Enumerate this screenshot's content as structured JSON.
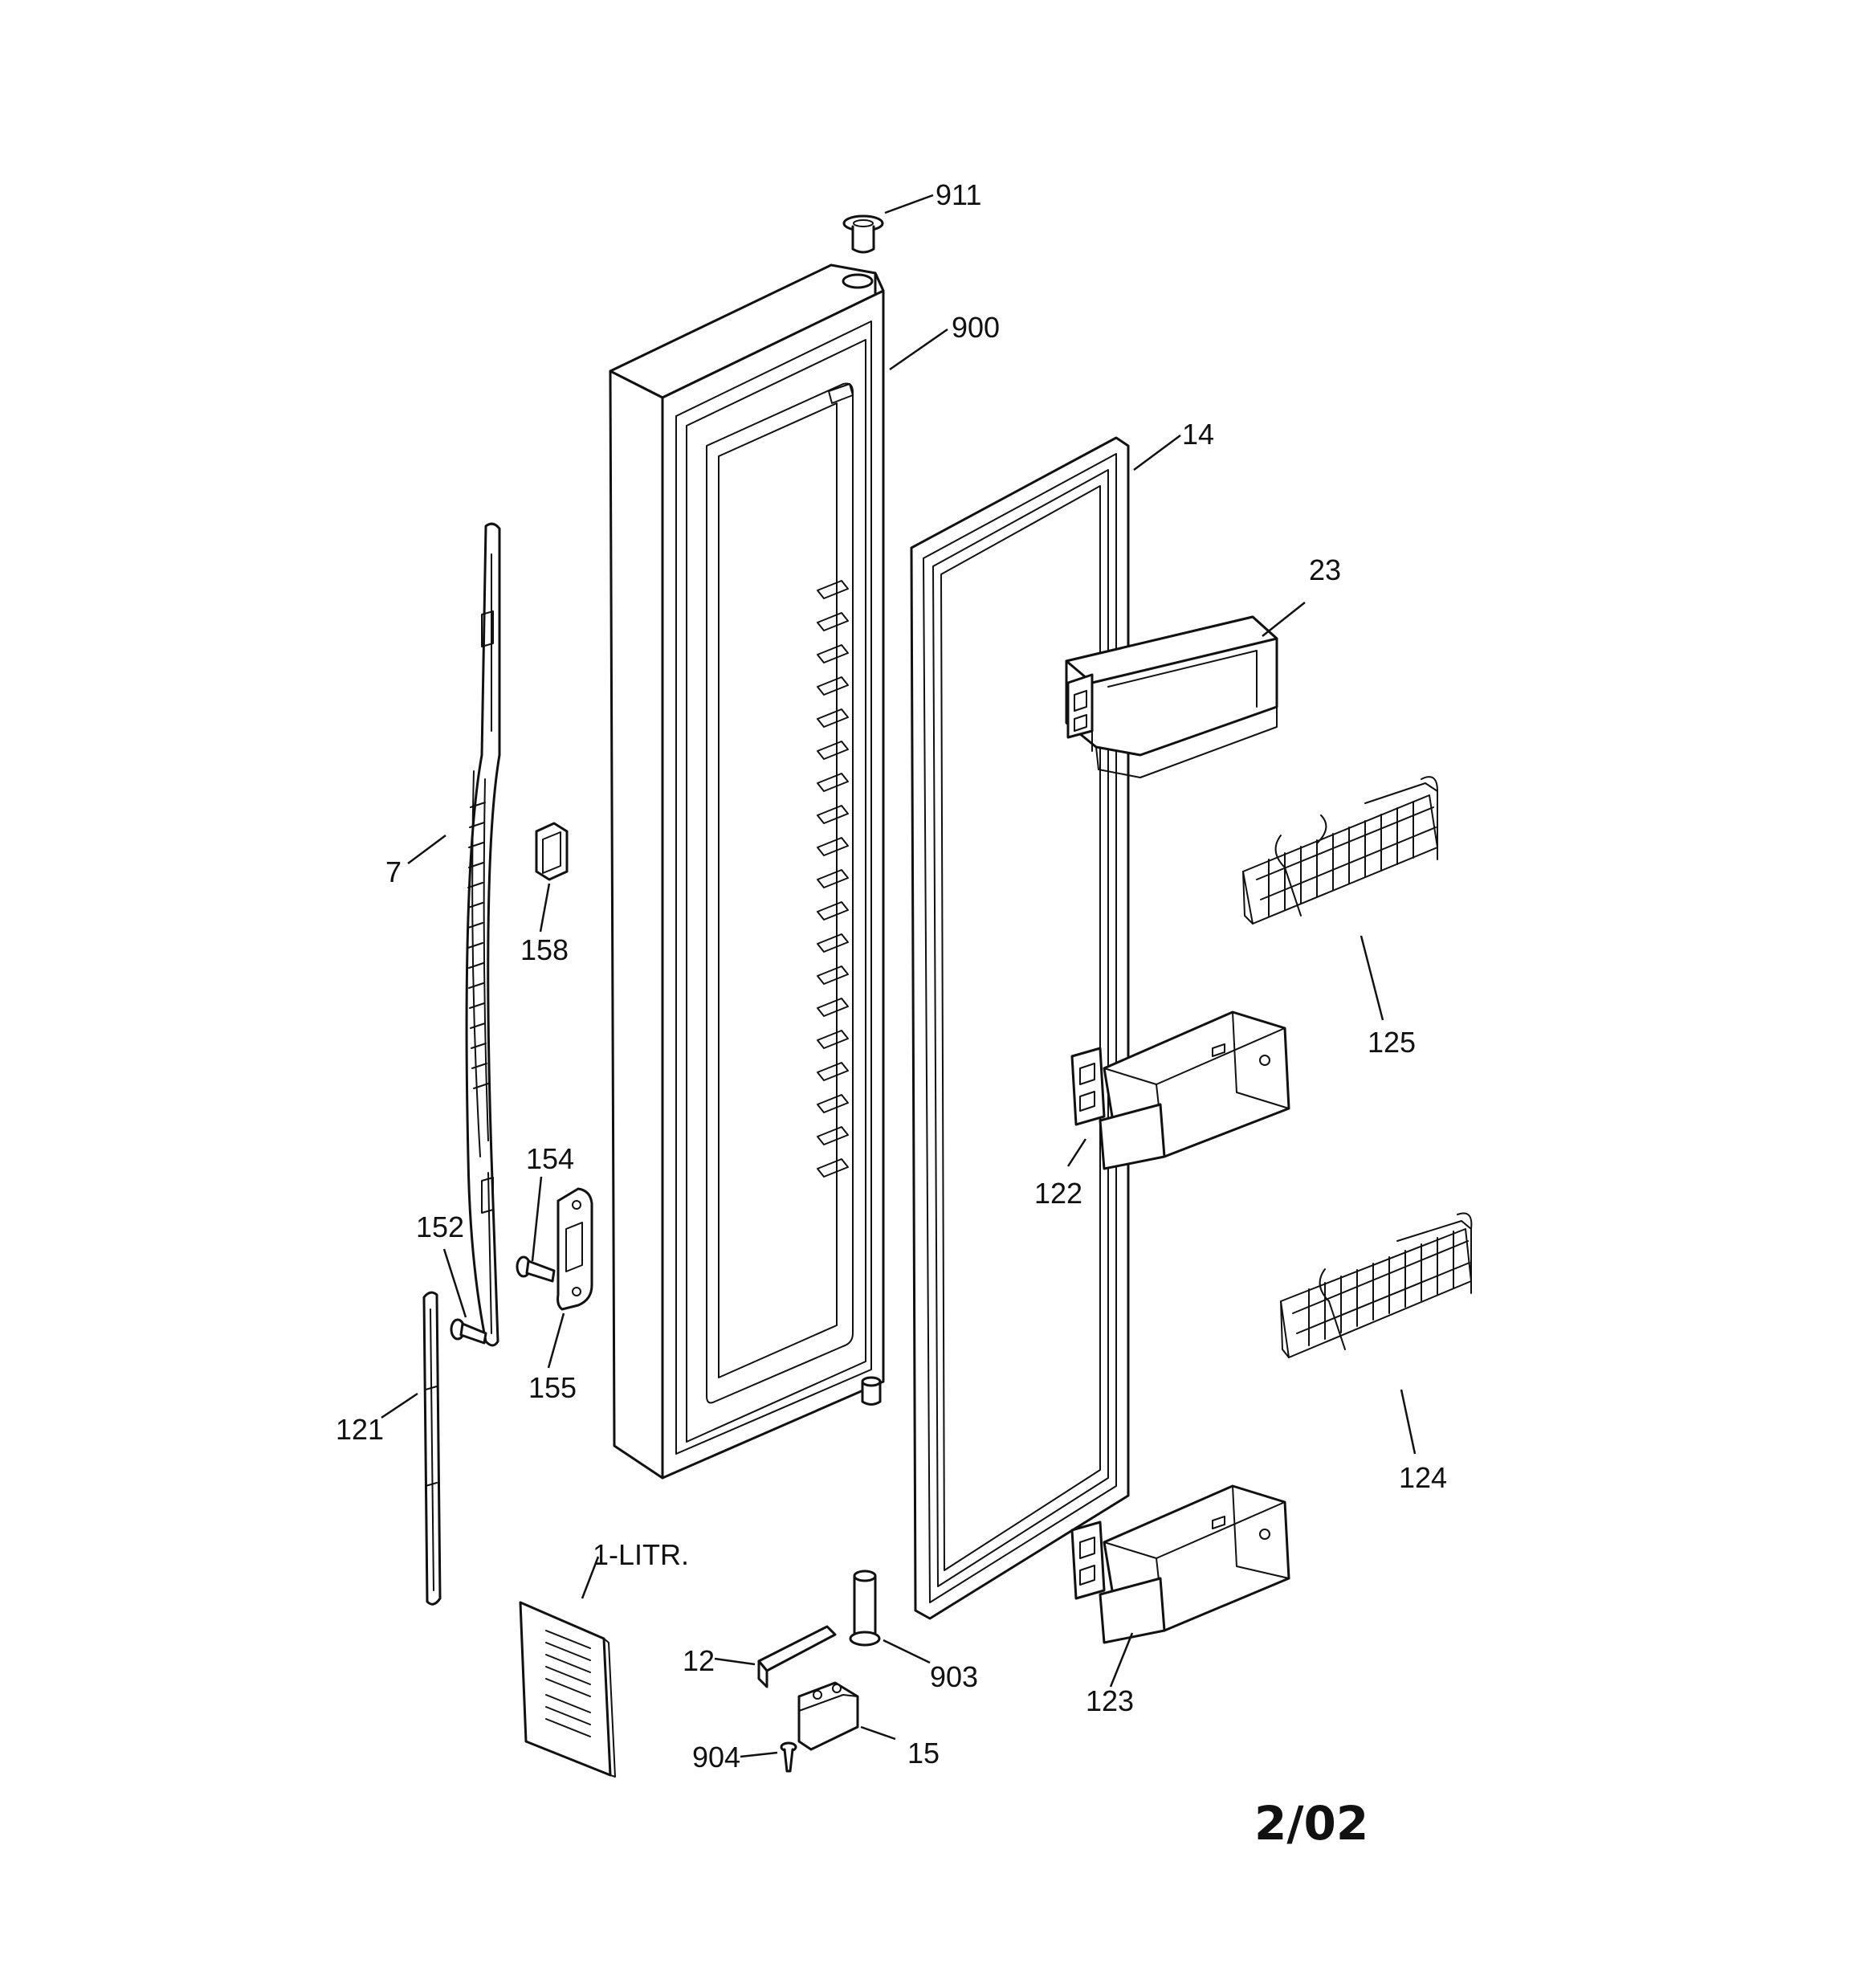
{
  "diagram": {
    "date_code": "2/02",
    "parts": [
      {
        "id": "part-911",
        "callout": "911"
      },
      {
        "id": "part-900",
        "callout": "900"
      },
      {
        "id": "part-14",
        "callout": "14"
      },
      {
        "id": "part-23",
        "callout": "23"
      },
      {
        "id": "part-7",
        "callout": "7"
      },
      {
        "id": "part-158",
        "callout": "158"
      },
      {
        "id": "part-125",
        "callout": "125"
      },
      {
        "id": "part-154",
        "callout": "154"
      },
      {
        "id": "part-152",
        "callout": "152"
      },
      {
        "id": "part-122",
        "callout": "122"
      },
      {
        "id": "part-155",
        "callout": "155"
      },
      {
        "id": "part-121",
        "callout": "121"
      },
      {
        "id": "part-124",
        "callout": "124"
      },
      {
        "id": "part-1-litr",
        "callout": "1-LITR."
      },
      {
        "id": "part-12",
        "callout": "12"
      },
      {
        "id": "part-903",
        "callout": "903"
      },
      {
        "id": "part-123",
        "callout": "123"
      },
      {
        "id": "part-904",
        "callout": "904"
      },
      {
        "id": "part-15",
        "callout": "15"
      }
    ]
  }
}
